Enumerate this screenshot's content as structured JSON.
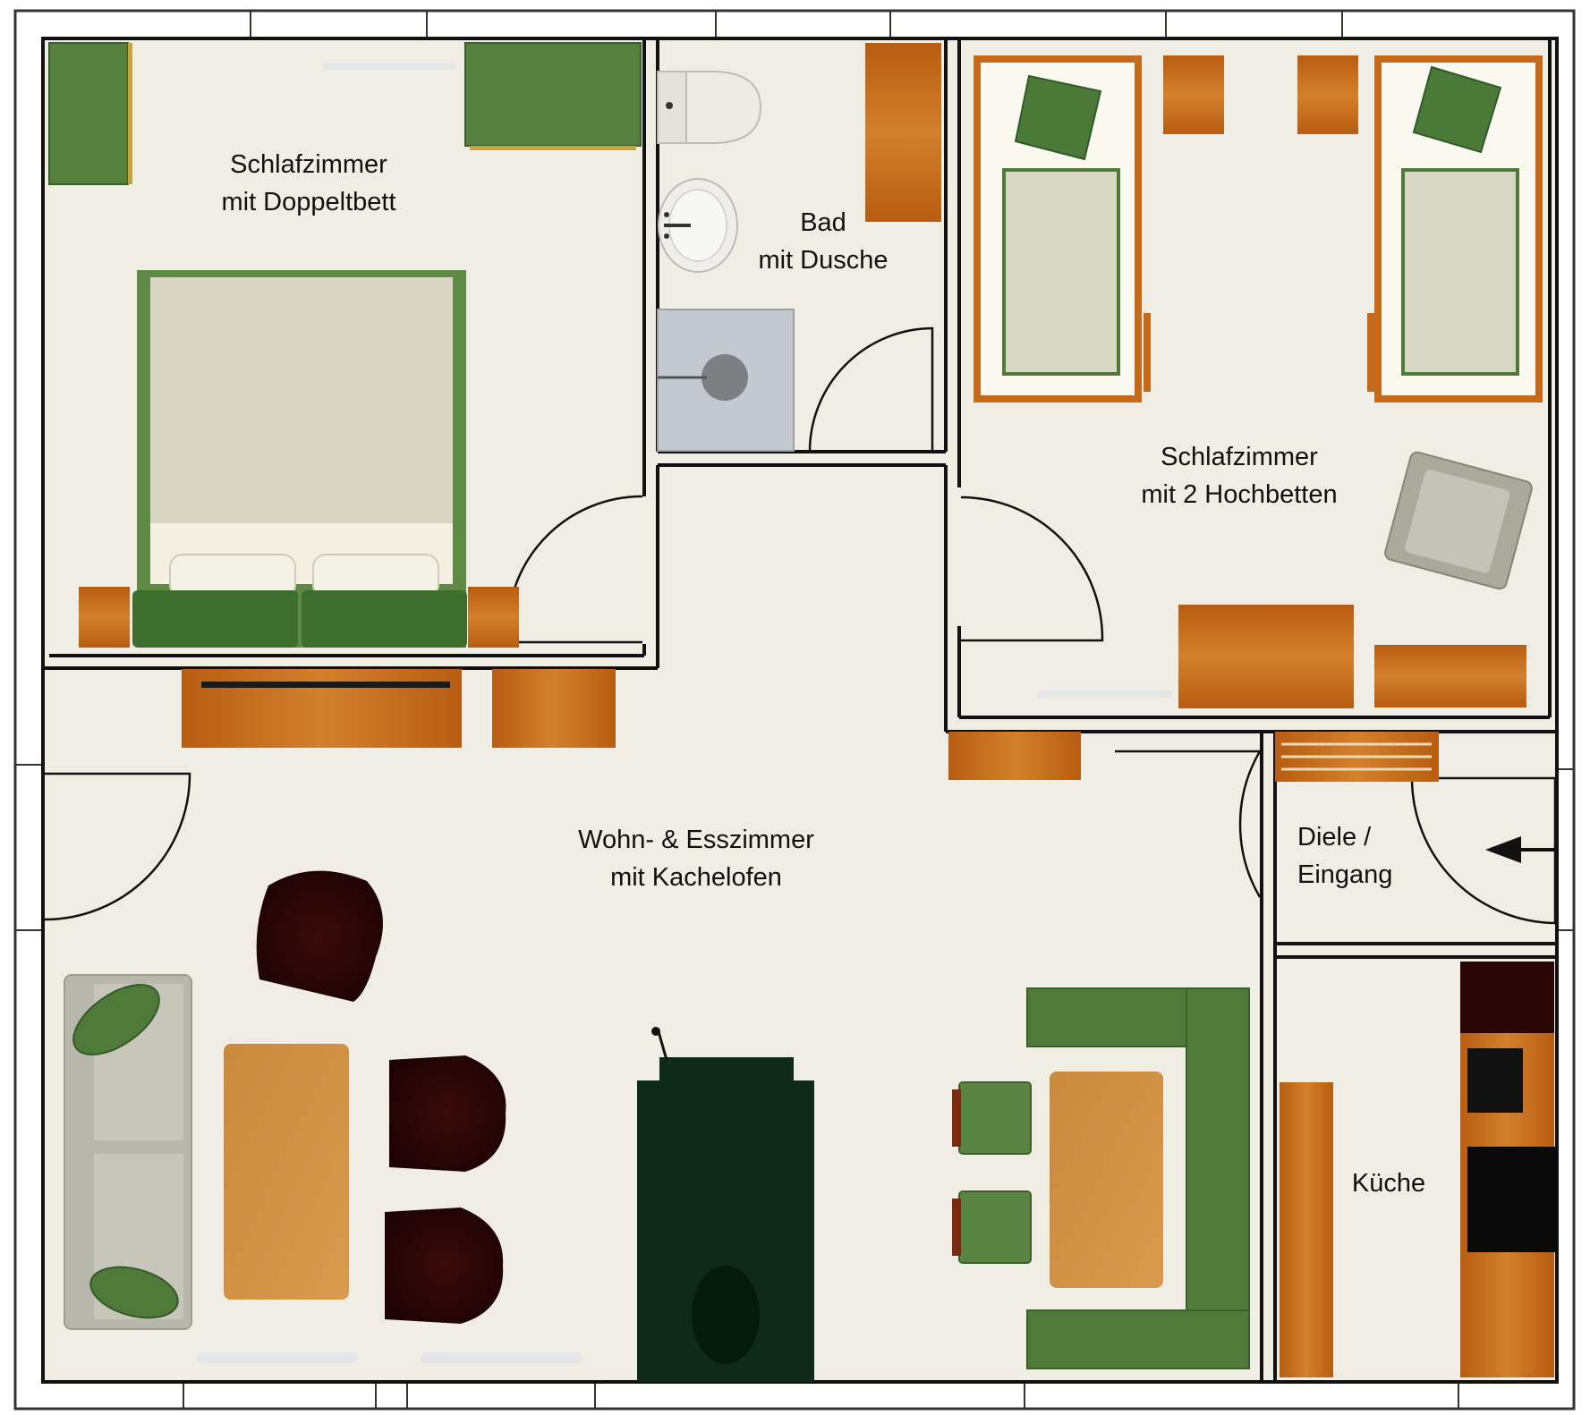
{
  "floorplan": {
    "colors": {
      "floor": "#f0eee4",
      "wall": "#111111",
      "wood": "#c46a1a",
      "wood_dark": "#a8540f",
      "green": "#4f7a3a",
      "green_dark": "#2f5a2a",
      "maroon": "#2a0606",
      "gray": "#b9b8ad",
      "oven": "#0f2a18"
    },
    "rooms": [
      {
        "id": "bedroom-double",
        "line1": "Schlafzimmer",
        "line2": "mit Doppeltbett"
      },
      {
        "id": "bathroom",
        "line1": "Bad",
        "line2": "mit Dusche"
      },
      {
        "id": "bedroom-bunks",
        "line1": "Schlafzimmer",
        "line2": "mit 2 Hochbetten"
      },
      {
        "id": "living-dining",
        "line1": "Wohn- & Esszimmer",
        "line2": "mit Kachelofen"
      },
      {
        "id": "hall-entrance",
        "line1": "Diele /",
        "line2": "Eingang"
      },
      {
        "id": "kitchen",
        "line1": "Küche",
        "line2": ""
      }
    ]
  }
}
